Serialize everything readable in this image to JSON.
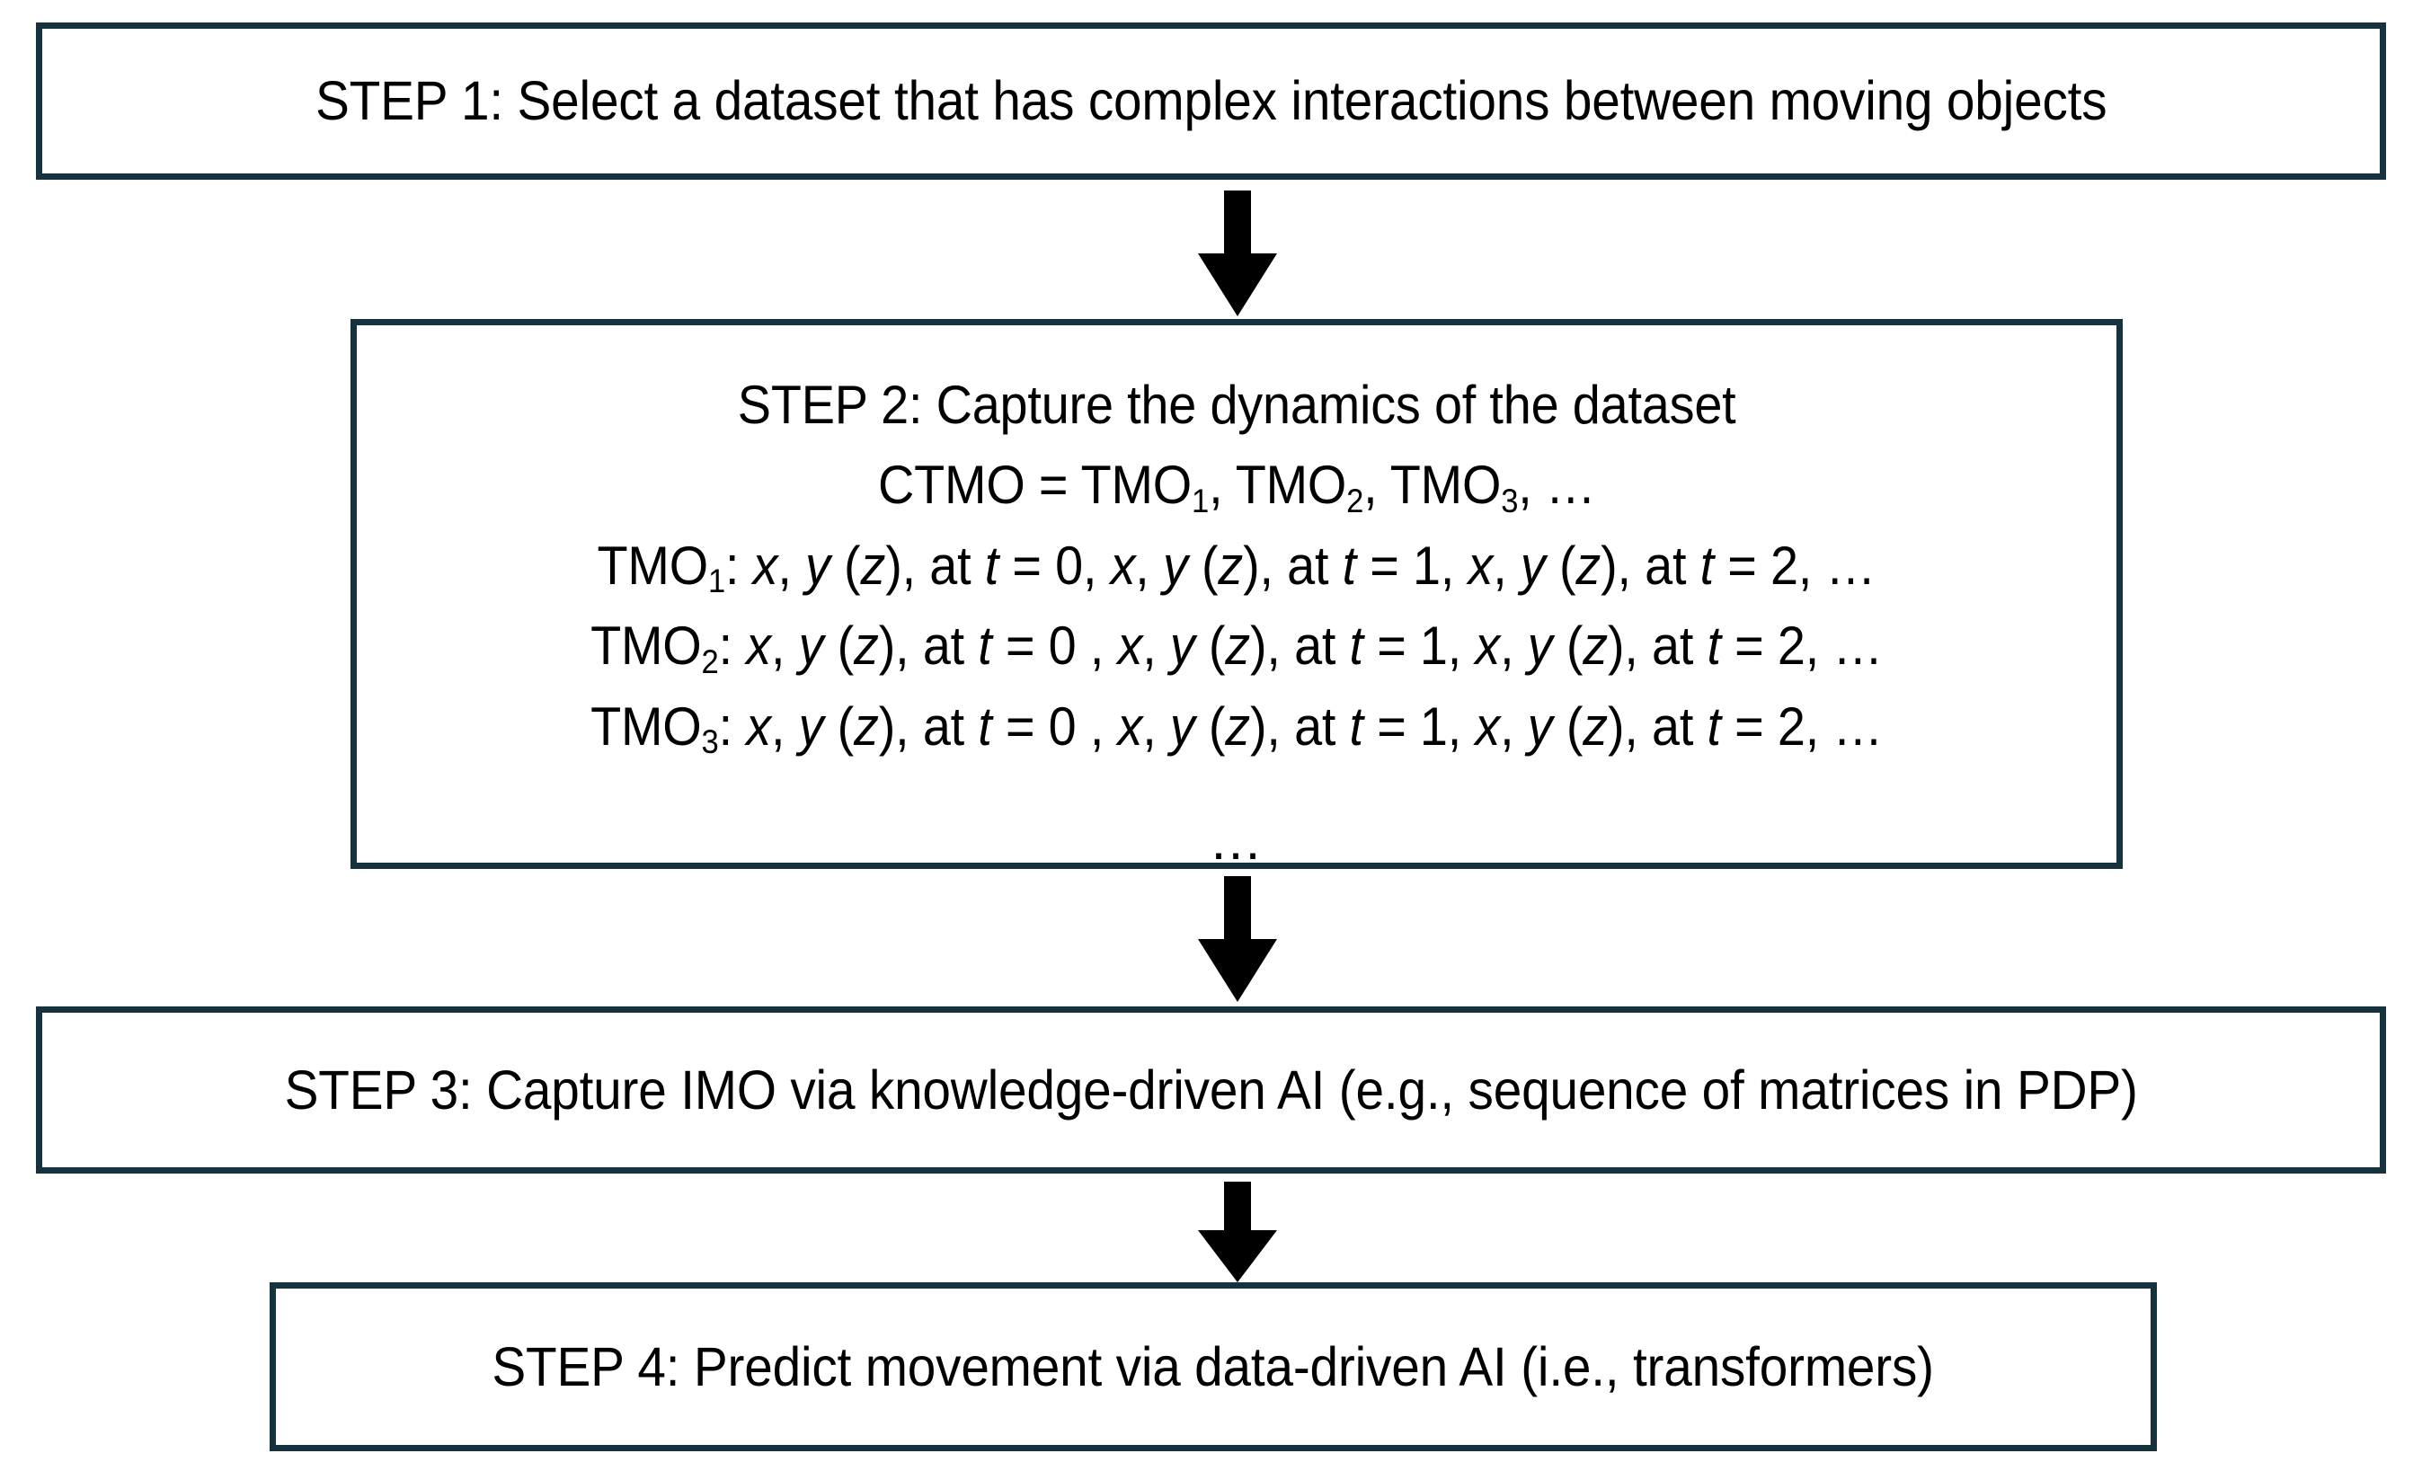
{
  "diagram": {
    "title": "Four-step methodology flowchart for predicting movement of interacting moving objects",
    "colors": {
      "box_border": "#16323f",
      "box_fill": "#ffffff",
      "arrow": "#000000",
      "text": "#000000"
    },
    "steps": [
      {
        "id": "step-1",
        "label": "STEP 1: Select a dataset that has complex interactions between moving objects",
        "lines": [
          "STEP 1: Select a dataset that has complex interactions between moving objects"
        ]
      },
      {
        "id": "step-2",
        "label": "STEP 2: Capture the dynamics of the dataset",
        "lines": [
          "STEP 2: Capture the dynamics of the dataset",
          "CTMO = TMO1, TMO2, TMO3, …",
          "TMO1: x, y (z), at t = 0, x, y (z), at t = 1, x, y (z), at t = 2, …",
          "TMO2: x, y (z), at t = 0 , x, y (z), at t = 1, x, y (z), at t = 2, …",
          "TMO3: x, y (z), at t = 0 , x, y (z), at t = 1, x, y (z), at t = 2, …",
          "…"
        ],
        "line_parts": {
          "heading": "STEP 2: Capture the dynamics of the dataset",
          "ctmo_prefix": "CTMO = TMO",
          "ctmo_sub1": "1",
          "ctmo_mid1": ", TMO",
          "ctmo_sub2": "2",
          "ctmo_mid2": ", TMO",
          "ctmo_sub3": "3",
          "ctmo_suffix": ", …",
          "tmo_label": "TMO",
          "tmo1_sub": "1",
          "tmo2_sub": "2",
          "tmo3_sub": "3",
          "colon_space": ": ",
          "var_x": "x",
          "var_y": "y",
          "var_z": "z",
          "var_t": "t",
          "comma_space": ", ",
          "paren_open": " (",
          "paren_close": "), ",
          "at_word": "at ",
          "eq": " = ",
          "t0": "0",
          "t0_spaced": "0 ",
          "t1": "1",
          "t2": "2",
          "tail": ", …",
          "ellipsis": "…"
        }
      },
      {
        "id": "step-3",
        "label": "STEP 3: Capture IMO via knowledge-driven AI (e.g., sequence of matrices in PDP)",
        "lines": [
          "STEP 3: Capture IMO via knowledge-driven AI (e.g., sequence of matrices in PDP)"
        ]
      },
      {
        "id": "step-4",
        "label": "STEP 4: Predict movement via data-driven AI (i.e., transformers)",
        "lines": [
          "STEP 4: Predict movement via data-driven AI (i.e., transformers)"
        ]
      }
    ],
    "connectors": [
      {
        "id": "arrow-1",
        "from": "step-1",
        "to": "step-2",
        "direction": "down"
      },
      {
        "id": "arrow-2",
        "from": "step-2",
        "to": "step-3",
        "direction": "down"
      },
      {
        "id": "arrow-3",
        "from": "step-3",
        "to": "step-4",
        "direction": "down"
      }
    ]
  }
}
